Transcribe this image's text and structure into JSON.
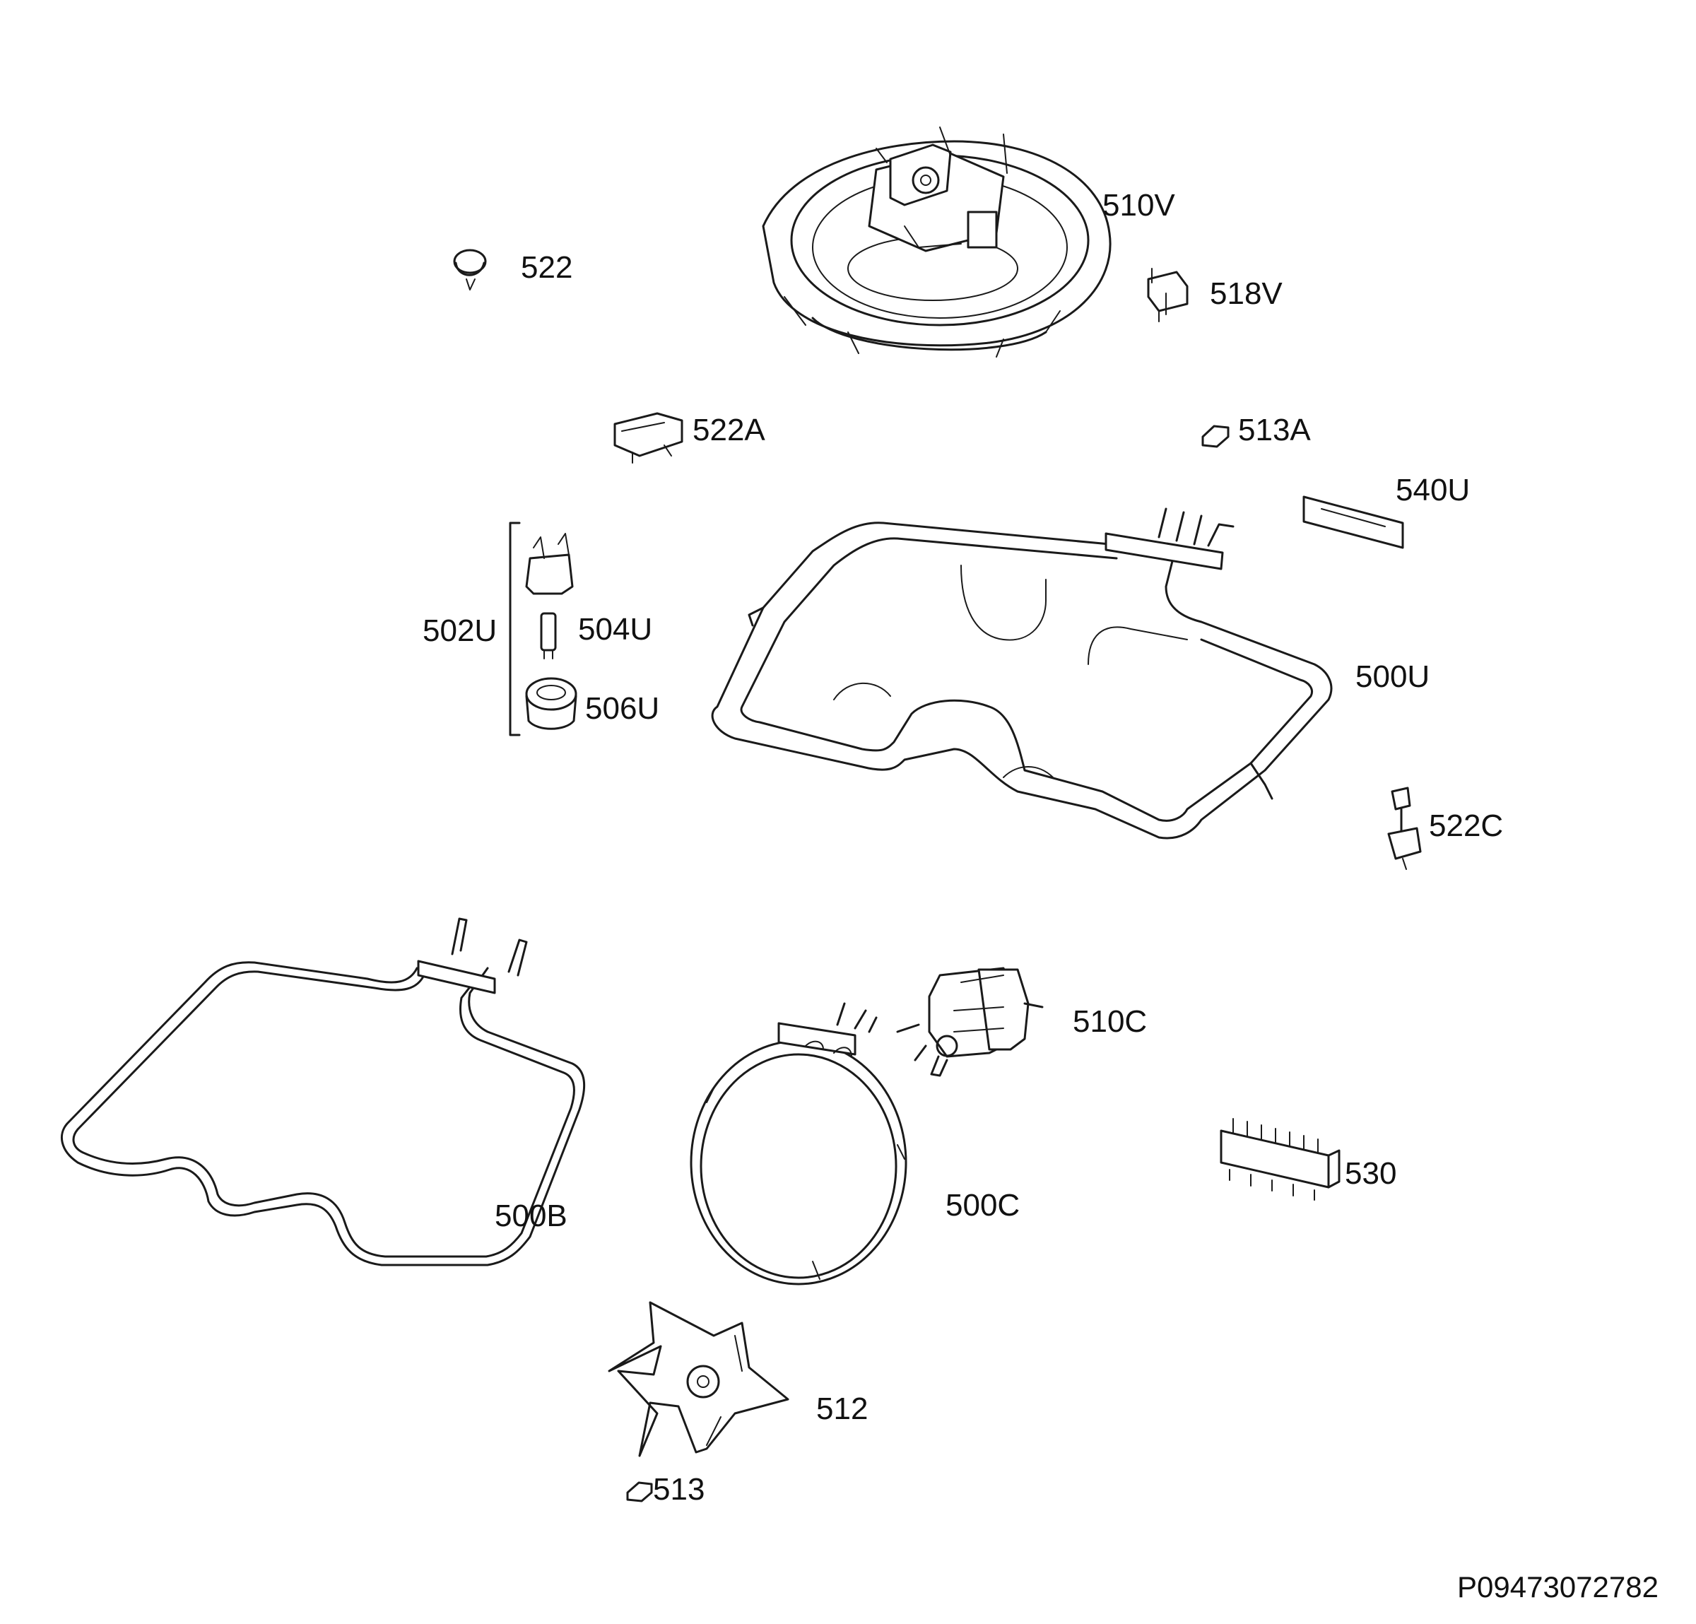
{
  "diagram_code": "P09473072782",
  "parts": {
    "p510V": "510V",
    "p522": "522",
    "p518V": "518V",
    "p522A": "522A",
    "p513A": "513A",
    "p540U": "540U",
    "p502U": "502U",
    "p504U": "504U",
    "p506U": "506U",
    "p500U": "500U",
    "p522C": "522C",
    "p510C": "510C",
    "p530": "530",
    "p500B": "500B",
    "p500C": "500C",
    "p512": "512",
    "p513": "513"
  }
}
